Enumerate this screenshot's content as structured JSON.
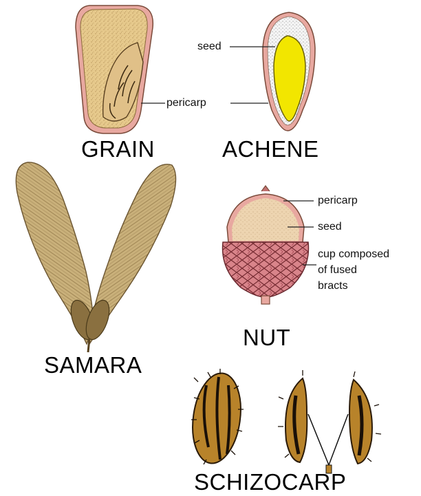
{
  "grain": {
    "title": "GRAIN",
    "pericarp_label": "pericarp"
  },
  "achene": {
    "title": "ACHENE",
    "seed_label": "seed"
  },
  "samara": {
    "title": "SAMARA"
  },
  "nut": {
    "title": "NUT",
    "pericarp_label": "pericarp",
    "seed_label": "seed",
    "cup_label_line1": "cup composed",
    "cup_label_line2": "of fused",
    "cup_label_line3": "bracts"
  },
  "schizocarp": {
    "title": "SCHIZOCARP"
  },
  "colors": {
    "pericarp_pink": "#e8a8a0",
    "grain_fill": "#e6c98c",
    "seed_yellow": "#f2e600",
    "nut_seed": "#edd4b0",
    "cup": "#d9848a",
    "samara": "#c9b07a",
    "schizocarp": "#b8832a"
  }
}
